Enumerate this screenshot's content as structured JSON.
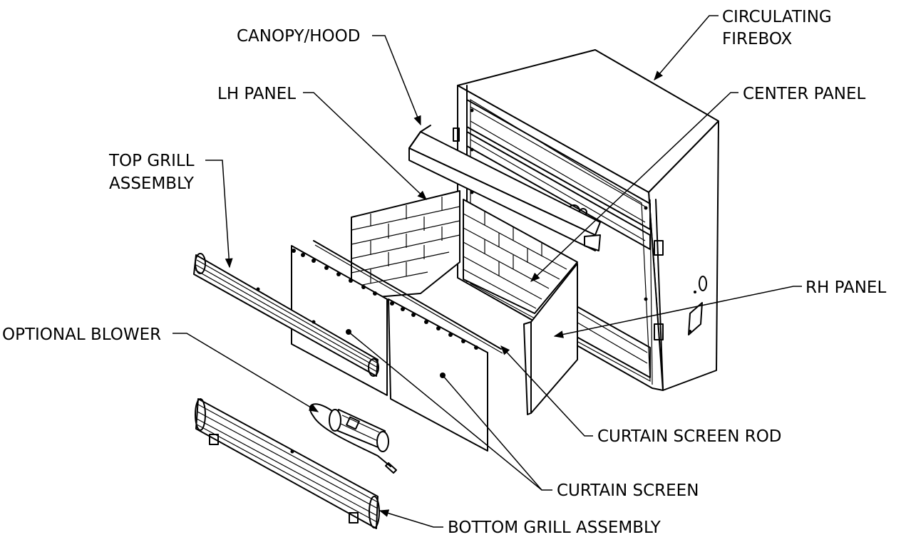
{
  "labels": {
    "circulating_firebox_line1": "CIRCULATING",
    "circulating_firebox_line2": "FIREBOX",
    "canopy_hood": "CANOPY/HOOD",
    "lh_panel": "LH PANEL",
    "center_panel": "CENTER PANEL",
    "top_grill_line1": "TOP GRILL",
    "top_grill_line2": "ASSEMBLY",
    "rh_panel": "RH PANEL",
    "optional_blower": "OPTIONAL BLOWER",
    "curtain_screen_rod": "CURTAIN SCREEN ROD",
    "curtain_screen": "CURTAIN SCREEN",
    "bottom_grill_assembly": "BOTTOM GRILL ASSEMBLY"
  }
}
